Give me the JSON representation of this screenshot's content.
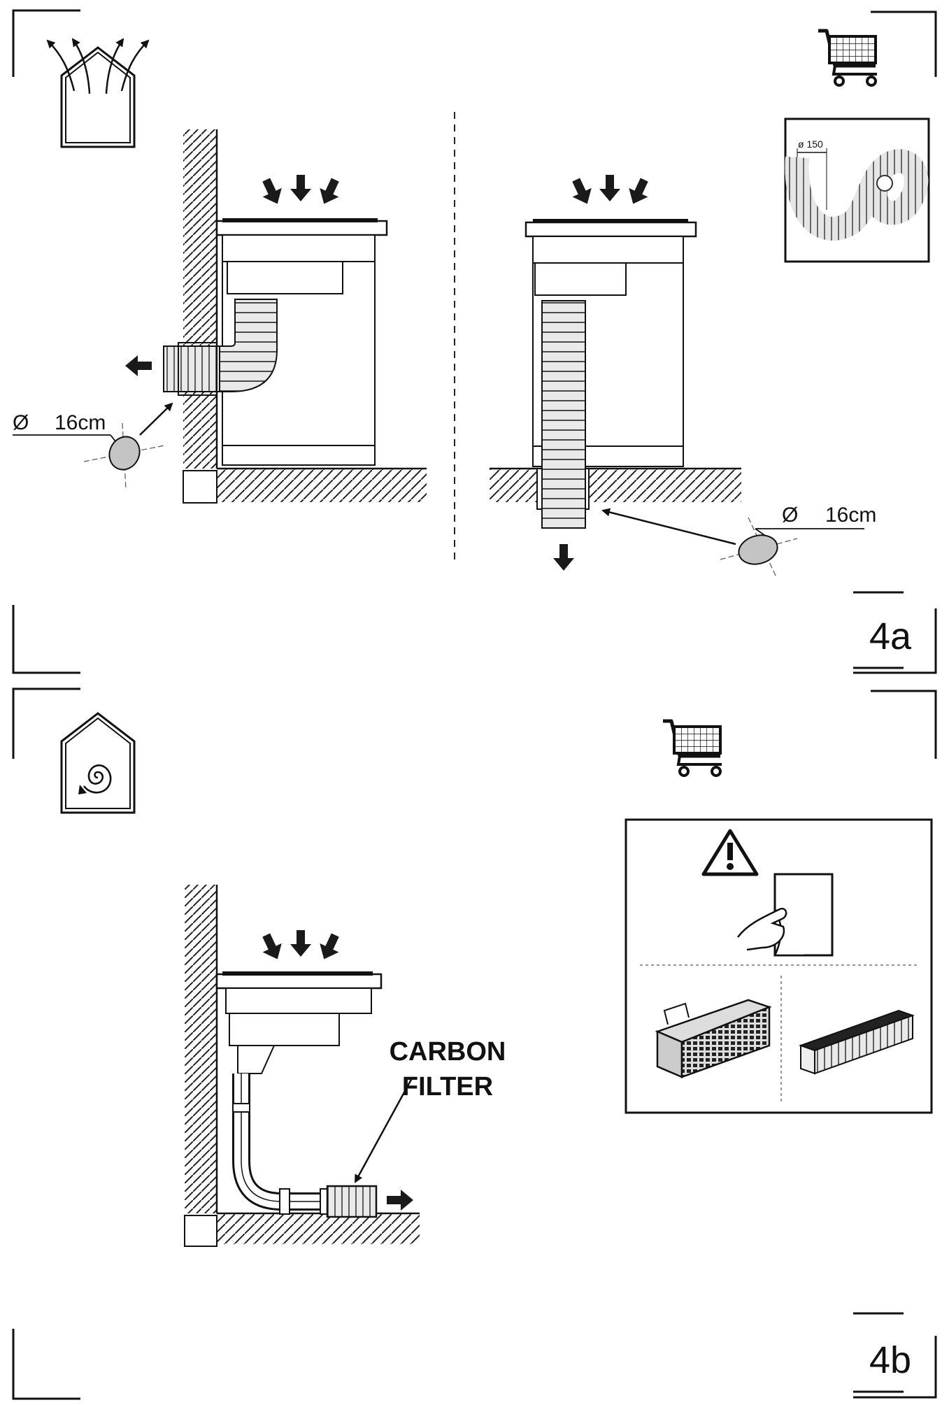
{
  "figure_4a": {
    "label": "4a",
    "wall_outlet": {
      "diameter_label": "16cm"
    },
    "floor_outlet": {
      "diameter_label": "16cm"
    },
    "accessory": {
      "duct_label": "ø 150"
    }
  },
  "figure_4b": {
    "label": "4b",
    "filter_label_line1": "CARBON",
    "filter_label_line2": "FILTER"
  },
  "icons": {
    "ducted_mode": "house-exhaust-icon",
    "recirculation_mode": "house-recirculation-icon",
    "accessory_purchase": "shopping-cart-icon",
    "warning": "warning-triangle-icon"
  }
}
